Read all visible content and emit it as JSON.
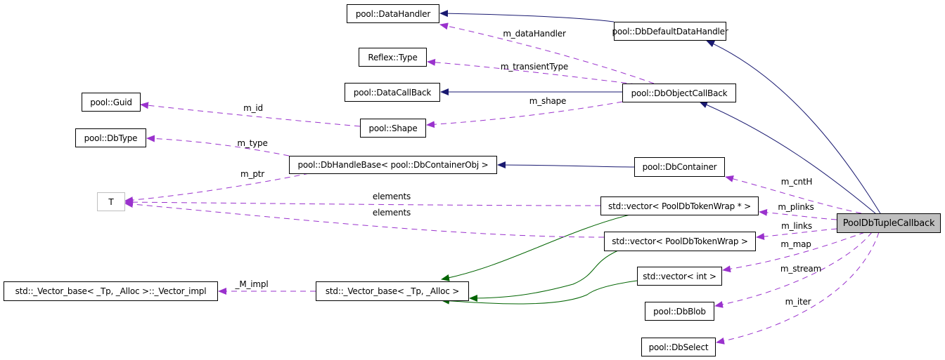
{
  "diagram": {
    "title": "PoolDbTupleCallback collaboration graph",
    "colors": {
      "inheritance": "#191970",
      "usage": "#9a32cd",
      "template": "#006400",
      "main_fill": "#bfbfbf",
      "template_border": "#bfbfbf"
    },
    "nodes": {
      "main": "PoolDbTupleCallback",
      "data_handler": "pool::DataHandler",
      "db_default_data_handler": "pool::DbDefaultDataHandler",
      "reflex_type": "Reflex::Type",
      "data_callback": "pool::DataCallBack",
      "db_object_callback": "pool::DbObjectCallBack",
      "guid": "pool::Guid",
      "shape": "pool::Shape",
      "db_type": "pool::DbType",
      "db_handle_base": "pool::DbHandleBase< pool::DbContainerObj >",
      "db_container": "pool::DbContainer",
      "t": "T",
      "vector_token_ptr": "std::vector< PoolDbTokenWrap * >",
      "vector_token": "std::vector< PoolDbTokenWrap >",
      "vector_impl": "std::_Vector_base< _Tp, _Alloc >::_Vector_impl",
      "vector_base": "std::_Vector_base< _Tp, _Alloc >",
      "vector_int": "std::vector< int >",
      "db_blob": "pool::DbBlob",
      "db_select": "pool::DbSelect"
    },
    "edge_labels": {
      "m_dataHandler": "m_dataHandler",
      "m_transientType": "m_transientType",
      "m_shape": "m_shape",
      "m_id": "m_id",
      "m_type": "m_type",
      "m_ptr": "m_ptr",
      "elements_1": "elements",
      "elements_2": "elements",
      "m_cntH": "m_cntH",
      "m_plinks": "m_plinks",
      "m_links": "m_links",
      "m_map": "m_map",
      "m_stream": "m_stream",
      "m_iter": "m_iter",
      "M_impl": "_M_impl"
    }
  }
}
